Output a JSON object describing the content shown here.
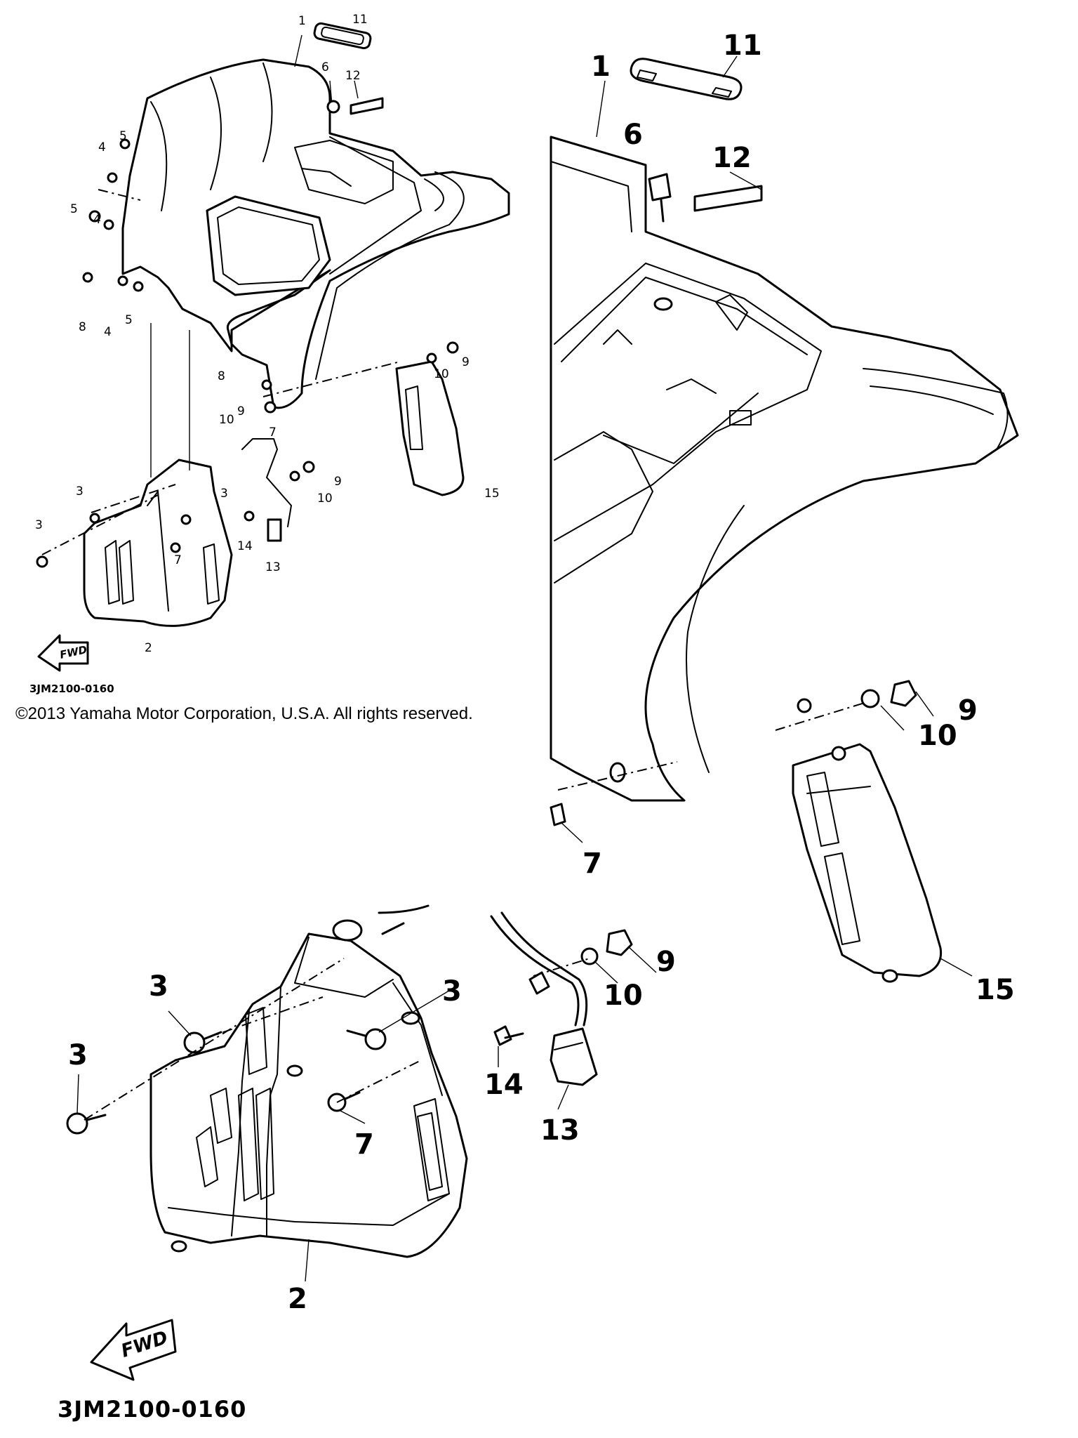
{
  "diagram": {
    "copyright": "©2013 Yamaha Motor Corporation, U.S.A. All rights reserved.",
    "drawing_code": "3JM2100-0160",
    "direction_label": "FWD",
    "overview_callouts": [
      "1",
      "11",
      "6",
      "12",
      "4",
      "5",
      "5",
      "4",
      "8",
      "4",
      "5",
      "8",
      "10",
      "9",
      "9",
      "10",
      "7",
      "9",
      "10",
      "3",
      "3",
      "3",
      "7",
      "14",
      "13",
      "15",
      "2"
    ],
    "detail_top_callouts": [
      "1",
      "11",
      "6",
      "12",
      "10",
      "9",
      "7",
      "15"
    ],
    "detail_bottom_callouts": [
      "3",
      "3",
      "3",
      "7",
      "14",
      "13",
      "9",
      "10",
      "2"
    ]
  }
}
